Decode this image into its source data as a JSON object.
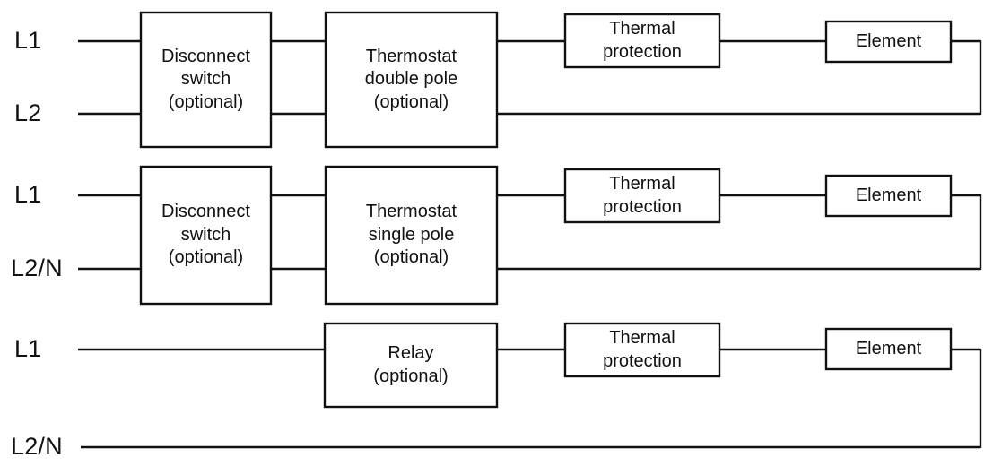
{
  "diagram": {
    "title": "Heating element wiring configurations",
    "type": "wiring-block-diagram",
    "line_color": "#111111",
    "box_fill": "#ffffff",
    "background": "#ffffff",
    "rows": [
      {
        "id": "row-double-pole",
        "rails": [
          {
            "name": "rail-l1",
            "label": "L1"
          },
          {
            "name": "rail-l2",
            "label": "L2"
          }
        ],
        "blocks": [
          {
            "name": "disconnect-switch",
            "lines": [
              "Disconnect",
              "switch",
              "(optional)"
            ]
          },
          {
            "name": "thermostat-double-pole",
            "lines": [
              "Thermostat",
              "double pole",
              "(optional)"
            ]
          },
          {
            "name": "thermal-protection",
            "lines": [
              "Thermal",
              "protection"
            ]
          },
          {
            "name": "element",
            "lines": [
              "Element"
            ]
          }
        ]
      },
      {
        "id": "row-single-pole",
        "rails": [
          {
            "name": "rail-l1",
            "label": "L1"
          },
          {
            "name": "rail-l2n",
            "label": "L2/N"
          }
        ],
        "blocks": [
          {
            "name": "disconnect-switch",
            "lines": [
              "Disconnect",
              "switch",
              "(optional)"
            ]
          },
          {
            "name": "thermostat-single-pole",
            "lines": [
              "Thermostat",
              "single pole",
              "(optional)"
            ]
          },
          {
            "name": "thermal-protection",
            "lines": [
              "Thermal",
              "protection"
            ]
          },
          {
            "name": "element",
            "lines": [
              "Element"
            ]
          }
        ]
      },
      {
        "id": "row-relay",
        "rails": [
          {
            "name": "rail-l1",
            "label": "L1"
          },
          {
            "name": "rail-l2n",
            "label": "L2/N"
          }
        ],
        "blocks": [
          {
            "name": "relay",
            "lines": [
              "Relay",
              "(optional)"
            ]
          },
          {
            "name": "thermal-protection",
            "lines": [
              "Thermal",
              "protection"
            ]
          },
          {
            "name": "element",
            "lines": [
              "Element"
            ]
          }
        ]
      }
    ]
  },
  "labels": {
    "r1_l1": "L1",
    "r1_l2": "L2",
    "r2_l1": "L1",
    "r2_l2n": "L2/N",
    "r3_l1": "L1",
    "r3_l2n": "L2/N",
    "r1_disconnect_1": "Disconnect",
    "r1_disconnect_2": "switch",
    "r1_disconnect_3": "(optional)",
    "r1_thermostat_1": "Thermostat",
    "r1_thermostat_2": "double pole",
    "r1_thermostat_3": "(optional)",
    "r1_thermal_1": "Thermal",
    "r1_thermal_2": "protection",
    "r1_element": "Element",
    "r2_disconnect_1": "Disconnect",
    "r2_disconnect_2": "switch",
    "r2_disconnect_3": "(optional)",
    "r2_thermostat_1": "Thermostat",
    "r2_thermostat_2": "single pole",
    "r2_thermostat_3": "(optional)",
    "r2_thermal_1": "Thermal",
    "r2_thermal_2": "protection",
    "r2_element": "Element",
    "r3_relay_1": "Relay",
    "r3_relay_2": "(optional)",
    "r3_thermal_1": "Thermal",
    "r3_thermal_2": "protection",
    "r3_element": "Element"
  }
}
